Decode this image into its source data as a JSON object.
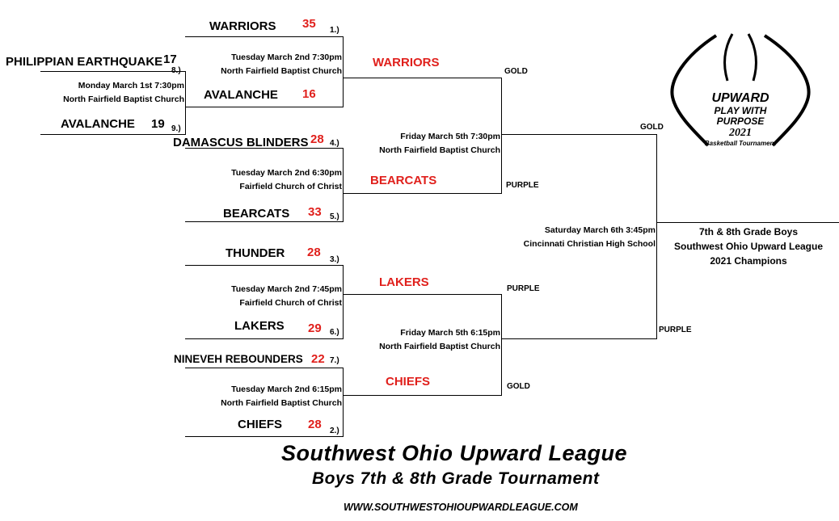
{
  "round1": {
    "team_top": "PHILIPPIAN EARTHQUAKE",
    "score_top": "17",
    "seed_top": "8.)",
    "date": "Monday March 1st 7:30pm",
    "venue": "North Fairfield Baptist Church",
    "team_bottom": "AVALANCHE",
    "score_bottom": "19",
    "seed_bottom": "9.)"
  },
  "quarterfinals": [
    {
      "team_top": "WARRIORS",
      "score_top": "35",
      "seed_top": "1.)",
      "date": "Tuesday March 2nd 7:30pm",
      "venue": "North Fairfield Baptist Church",
      "team_bottom": "AVALANCHE",
      "score_bottom": "16",
      "seed_bottom": "",
      "winner": "WARRIORS",
      "color": "GOLD"
    },
    {
      "team_top": "DAMASCUS BLINDERS",
      "score_top": "28",
      "seed_top": "4.)",
      "date": "Tuesday March 2nd 6:30pm",
      "venue": "Fairfield Church of Christ",
      "team_bottom": "BEARCATS",
      "score_bottom": "33",
      "seed_bottom": "5.)",
      "winner": "BEARCATS",
      "color": "PURPLE"
    },
    {
      "team_top": "THUNDER",
      "score_top": "28",
      "seed_top": "3.)",
      "date": "Tuesday March 2nd 7:45pm",
      "venue": "Fairfield Church of Christ",
      "team_bottom": "LAKERS",
      "score_bottom": "29",
      "seed_bottom": "6.)",
      "winner": "LAKERS",
      "color": "PURPLE"
    },
    {
      "team_top": "NINEVEH REBOUNDERS",
      "score_top": "22",
      "seed_top": "7.)",
      "date": "Tuesday March 2nd 6:15pm",
      "venue": "North Fairfield Baptist Church",
      "team_bottom": "CHIEFS",
      "score_bottom": "28",
      "seed_bottom": "2.)",
      "winner": "CHIEFS",
      "color": "GOLD"
    }
  ],
  "semifinals": [
    {
      "date": "Friday March 5th 7:30pm",
      "venue": "North Fairfield Baptist Church",
      "color": "GOLD"
    },
    {
      "date": "Friday March 5th 6:15pm",
      "venue": "North Fairfield Baptist Church",
      "color": "PURPLE"
    }
  ],
  "final": {
    "date": "Saturday March 6th 3:45pm",
    "venue": "Cincinnati Christian High School",
    "champion_line1": "7th & 8th Grade Boys",
    "champion_line2": "Southwest Ohio Upward League",
    "champion_line3": "2021 Champions"
  },
  "logo": {
    "brand": "UPWARD",
    "line1": "PLAY WITH",
    "line2": "PURPOSE",
    "year": "2021",
    "caption": "Basketball Tournament"
  },
  "footer": {
    "title": "Southwest Ohio Upward League",
    "subtitle": "Boys 7th & 8th Grade Tournament",
    "url": "WWW.SOUTHWESTOHIOUPWARDLEAGUE.COM"
  }
}
